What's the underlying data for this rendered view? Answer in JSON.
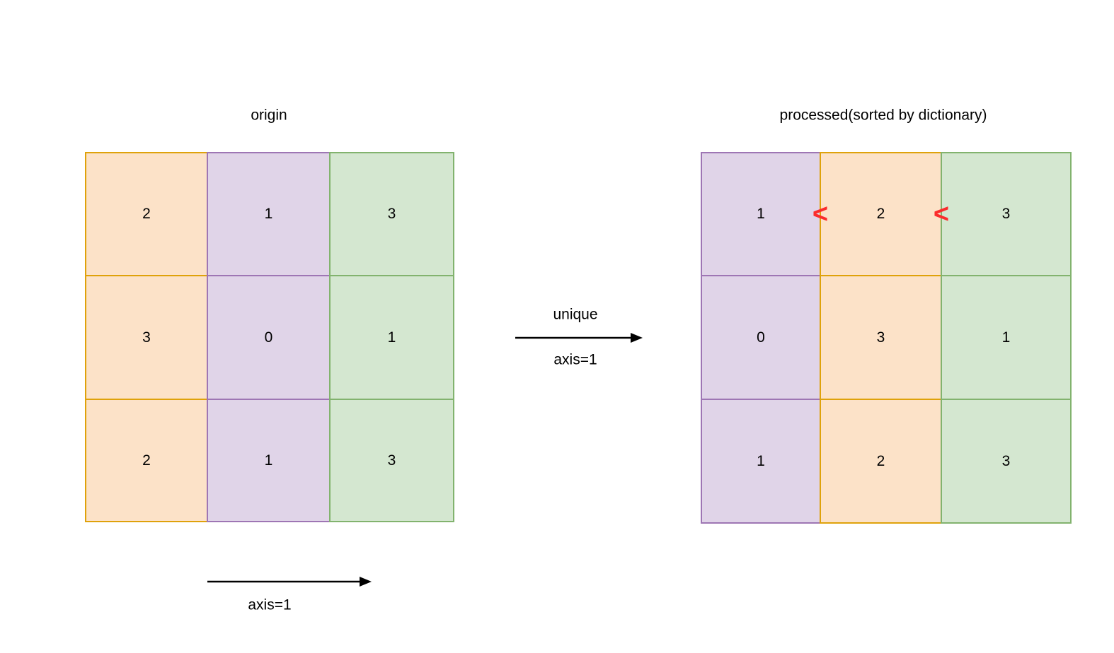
{
  "diagram": {
    "left_caption": "origin",
    "right_caption": "processed(sorted by dictionary)"
  },
  "colors": {
    "orange_fill": "#FCE2C8",
    "orange_border": "#DFA20B",
    "purple_fill": "#E0D4E8",
    "purple_border": "#9E76B4",
    "green_fill": "#D4E7D0",
    "green_border": "#82B36E",
    "marker_red": "#FB2C2C",
    "text": "#000000",
    "background": "#FFFFFF"
  },
  "origin_matrix": {
    "label": "origin",
    "column_colors": [
      "orange",
      "purple",
      "green"
    ],
    "rows": [
      [
        "2",
        "1",
        "3"
      ],
      [
        "3",
        "0",
        "1"
      ],
      [
        "2",
        "1",
        "3"
      ]
    ]
  },
  "processed_matrix": {
    "label": "processed(sorted by dictionary)",
    "column_colors": [
      "purple",
      "orange",
      "green"
    ],
    "rows": [
      [
        "1",
        "2",
        "3"
      ],
      [
        "0",
        "3",
        "1"
      ],
      [
        "1",
        "2",
        "3"
      ]
    ]
  },
  "markers": {
    "less_than_1": "<",
    "less_than_2": "<"
  },
  "middle_arrow": {
    "top_label": "unique",
    "bottom_label": "axis=1"
  },
  "bottom_arrow": {
    "label": "axis=1"
  },
  "chart_data": {
    "type": "table",
    "title": "unique axis=1 transformation",
    "panels": [
      {
        "title": "origin",
        "column_colors": [
          "orange",
          "purple",
          "green"
        ],
        "values": [
          [
            2,
            1,
            3
          ],
          [
            3,
            0,
            1
          ],
          [
            2,
            1,
            3
          ]
        ]
      },
      {
        "title": "processed(sorted by dictionary)",
        "column_colors": [
          "purple",
          "orange",
          "green"
        ],
        "values": [
          [
            1,
            2,
            3
          ],
          [
            0,
            3,
            1
          ],
          [
            1,
            2,
            3
          ]
        ],
        "annotations": [
          "<",
          "<"
        ]
      }
    ],
    "operation": "unique",
    "operation_param": "axis=1",
    "axis_label": "axis=1"
  }
}
